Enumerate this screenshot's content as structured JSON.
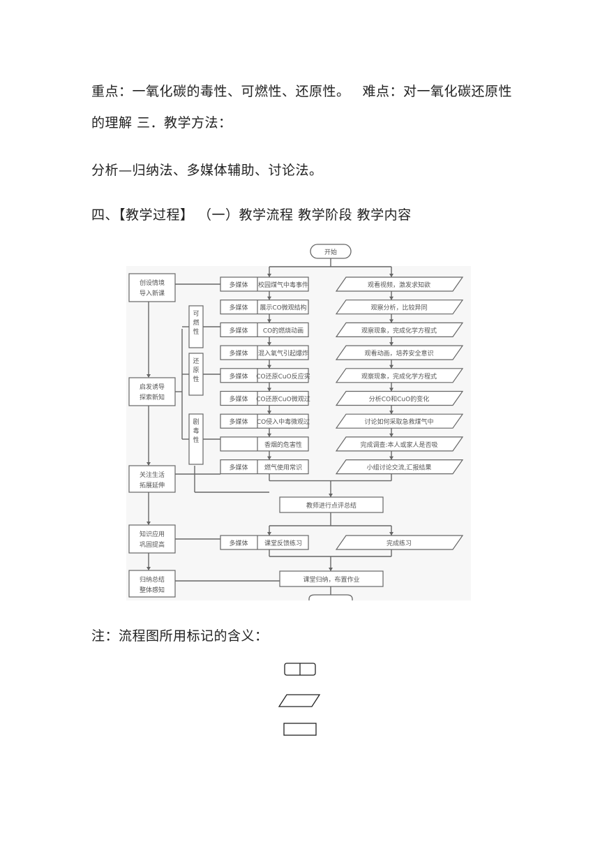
{
  "text": {
    "line1_a": "重点：一氧化碳的毒性、可燃性、还原性。",
    "line1_b": "难点：对一氧化碳还原性",
    "line2": "的理解  三．教学方法：",
    "line3": "分析—归纳法、多媒体辅助、讨论法。",
    "line4": "四、【教学过程】 （一）教学流程  教学阶段  教学内容",
    "note": "注：流程图所用标记的含义："
  },
  "flowchart": {
    "start": "开始",
    "summary": "教师进行点评总结",
    "final": "课堂归纳，布置作业",
    "stages": [
      [
        "创设情境",
        "导入新课"
      ],
      [
        "启发诱导",
        "探索新知"
      ],
      [
        "关注生活",
        "拓展延伸"
      ],
      [
        "知识应用",
        "巩固提高"
      ],
      [
        "归纳总结",
        "整体感知"
      ]
    ],
    "properties": [
      "可燃性",
      "还原性",
      "剧毒性"
    ],
    "media_label": "多媒体",
    "rows": [
      {
        "media": "多媒体",
        "content": "校园煤气中毒事件",
        "activity": "观看视频，激发求知欲"
      },
      {
        "media": "多媒体",
        "content": "展示CO微观结构",
        "activity": "观察分析，比较异同"
      },
      {
        "media": "多媒体",
        "content": "CO的燃烧动画",
        "activity": "观察现象，完成化学方程式"
      },
      {
        "media": "多媒体",
        "content": "混入氧气引起爆炸",
        "activity": "观看动画，培养安全意识"
      },
      {
        "media": "多媒体",
        "content": "CO还原CuO反应实",
        "activity": "观察现象，完成化学方程式"
      },
      {
        "media": "多媒体",
        "content": "CO还原CuO微观过",
        "activity": "分析CO和CuO的变化"
      },
      {
        "media": "多媒体",
        "content": "CO侵入中毒微观过",
        "activity": "讨论如何采取急救煤气中"
      },
      {
        "media": "",
        "content": "香烟的危害性",
        "activity": "完成调查:本人或家人是否吸"
      },
      {
        "media": "多媒体",
        "content": "燃气使用常识",
        "activity": "小组讨论交流,汇报结果"
      }
    ],
    "practice": {
      "media": "多媒体",
      "content": "课堂反馈练习",
      "activity": "完成练习"
    }
  },
  "legend": [
    "media-content-box",
    "student-activity-parallelogram",
    "process-rectangle"
  ]
}
